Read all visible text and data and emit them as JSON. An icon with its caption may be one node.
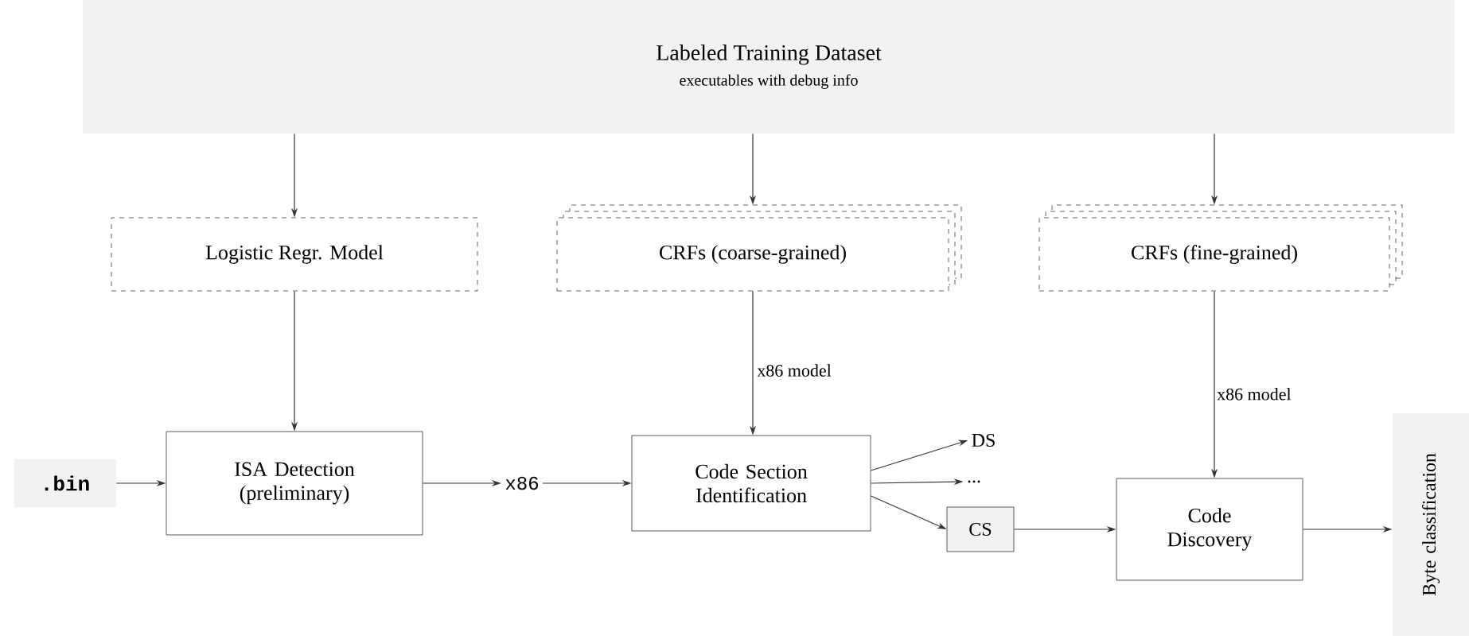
{
  "diagram": {
    "nodes": [
      {
        "text": [
          "Labeled Training Dataset",
          "executables with debug info"
        ]
      },
      {
        "text": [
          "Logistic Regr. Model"
        ]
      },
      {
        "text": [
          "CRFs (coarse-grained)"
        ]
      },
      {
        "text": [
          "CRFs (fine-grained)"
        ]
      },
      {
        "text": [
          ".bin"
        ]
      },
      {
        "text": [
          "ISA Detection (preliminary)"
        ]
      },
      {
        "text": [
          "x86"
        ]
      },
      {
        "text": [
          "Code Section Identification"
        ]
      },
      {
        "text": [
          "DS"
        ]
      },
      {
        "text": [
          "..."
        ]
      },
      {
        "text": [
          "CS"
        ]
      },
      {
        "text": [
          "Code Discovery"
        ]
      },
      {
        "text": [
          "Byte classification"
        ]
      }
    ],
    "edges": [
      {
        "from": 0,
        "to": 1,
        "arrow": "to"
      },
      {
        "from": 0,
        "to": 2,
        "arrow": "to"
      },
      {
        "from": 0,
        "to": 3,
        "arrow": "to"
      },
      {
        "from": 1,
        "to": 5,
        "arrow": "to"
      },
      {
        "from": 2,
        "to": 7,
        "arrow": "to",
        "label": "x86 model"
      },
      {
        "from": 3,
        "to": 11,
        "arrow": "to",
        "label": "x86 model"
      },
      {
        "from": 4,
        "to": 5,
        "arrow": "to"
      },
      {
        "from": 5,
        "to": 6,
        "arrow": "to"
      },
      {
        "from": 6,
        "to": 7,
        "arrow": "to"
      },
      {
        "from": 7,
        "to": 8,
        "arrow": "to"
      },
      {
        "from": 7,
        "to": 9,
        "arrow": "to"
      },
      {
        "from": 7,
        "to": 10,
        "arrow": "to"
      },
      {
        "from": 10,
        "to": 11,
        "arrow": "to"
      },
      {
        "from": 11,
        "to": 12,
        "arrow": "to"
      }
    ]
  }
}
